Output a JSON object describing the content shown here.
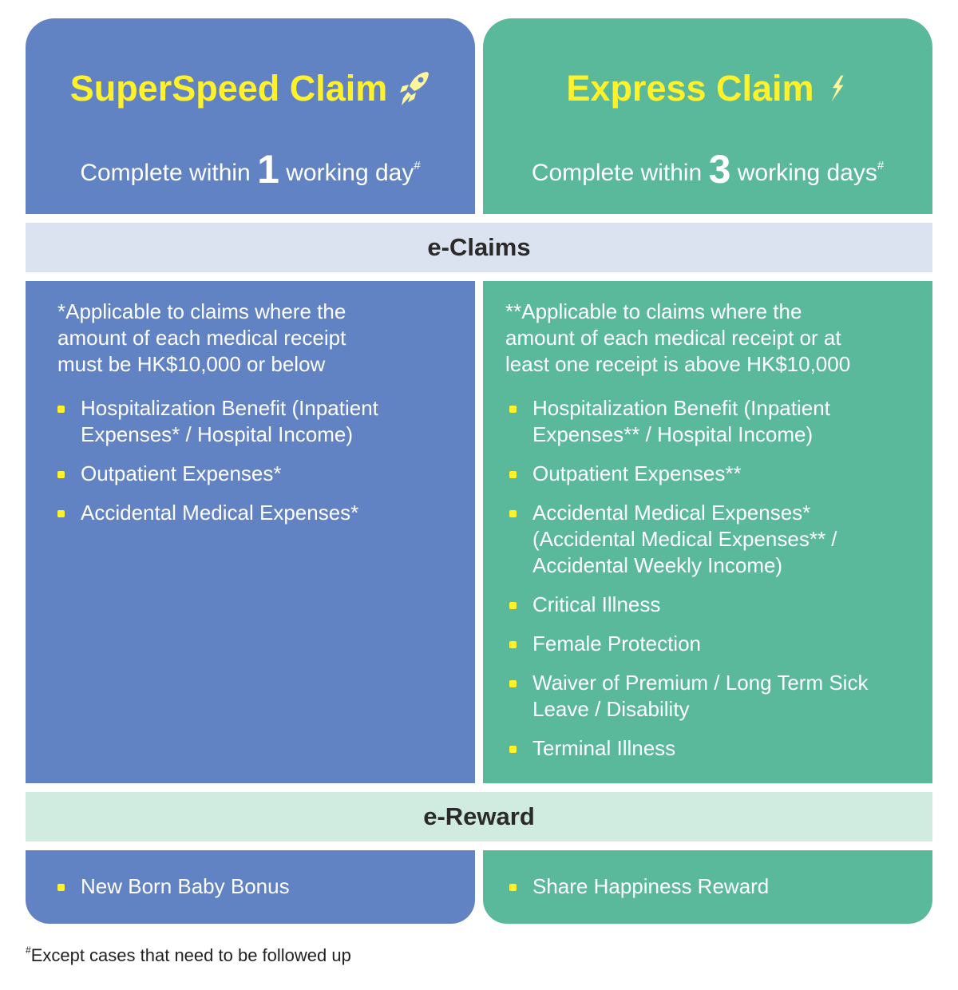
{
  "colors": {
    "superspeed": "#6283C3",
    "express": "#5BB99B",
    "accent": "#FFF22A",
    "eclaims_bar": "#DCE3F0",
    "ereward_bar": "#D0EBE0"
  },
  "superspeed": {
    "title": "SuperSpeed Claim",
    "icon": "rocket-icon",
    "sub_prefix": "Complete within",
    "sub_number": "1",
    "sub_suffix": "working day",
    "sub_mark": "#",
    "note": "*Applicable to claims where the\n  amount of each medical receipt\n  must be HK$10,000 or below",
    "eclaims": [
      "Hospitalization Benefit (Inpatient\nExpenses* / Hospital Income)",
      "Outpatient Expenses*",
      "Accidental Medical Expenses*"
    ],
    "ereward": [
      "New Born Baby Bonus"
    ]
  },
  "express": {
    "title": "Express Claim",
    "icon": "lightning-icon",
    "sub_prefix": "Complete within",
    "sub_number": "3",
    "sub_suffix": "working days",
    "sub_mark": "#",
    "note": "**Applicable to claims where the\n   amount of each medical receipt or at\n   least one receipt is above HK$10,000",
    "eclaims": [
      "Hospitalization Benefit (Inpatient\nExpenses** / Hospital Income)",
      "Outpatient Expenses**",
      "Accidental Medical Expenses*\n(Accidental Medical Expenses** /\nAccidental Weekly Income)",
      "Critical Illness",
      "Female Protection",
      "Waiver of Premium / Long Term Sick\nLeave / Disability",
      "Terminal Illness"
    ],
    "ereward": [
      "Share Happiness Reward"
    ]
  },
  "sections": {
    "eclaims": "e-Claims",
    "ereward": "e-Reward"
  },
  "footnote": {
    "mark": "#",
    "text": "Except cases that need to be followed up"
  }
}
